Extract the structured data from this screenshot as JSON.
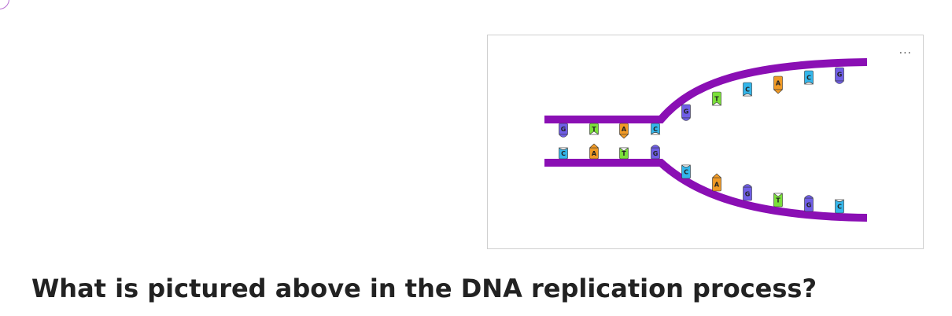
{
  "question": "What is pictured above in the DNA replication process?",
  "figure": {
    "menu_label": "...",
    "colors": {
      "backbone": "#8a0fb4",
      "G": "#6f5ee6",
      "C": "#34b6ea",
      "A": "#f09a26",
      "T": "#7be03a"
    },
    "paired_region": [
      {
        "top": "G",
        "bottom": "C"
      },
      {
        "top": "T",
        "bottom": "A"
      },
      {
        "top": "A",
        "bottom": "T"
      },
      {
        "top": "C",
        "bottom": "G"
      }
    ],
    "upper_strand_bases": [
      "G",
      "T",
      "C",
      "A",
      "C",
      "G"
    ],
    "lower_strand_bases": [
      "C",
      "A",
      "G",
      "T",
      "G",
      "C"
    ]
  }
}
